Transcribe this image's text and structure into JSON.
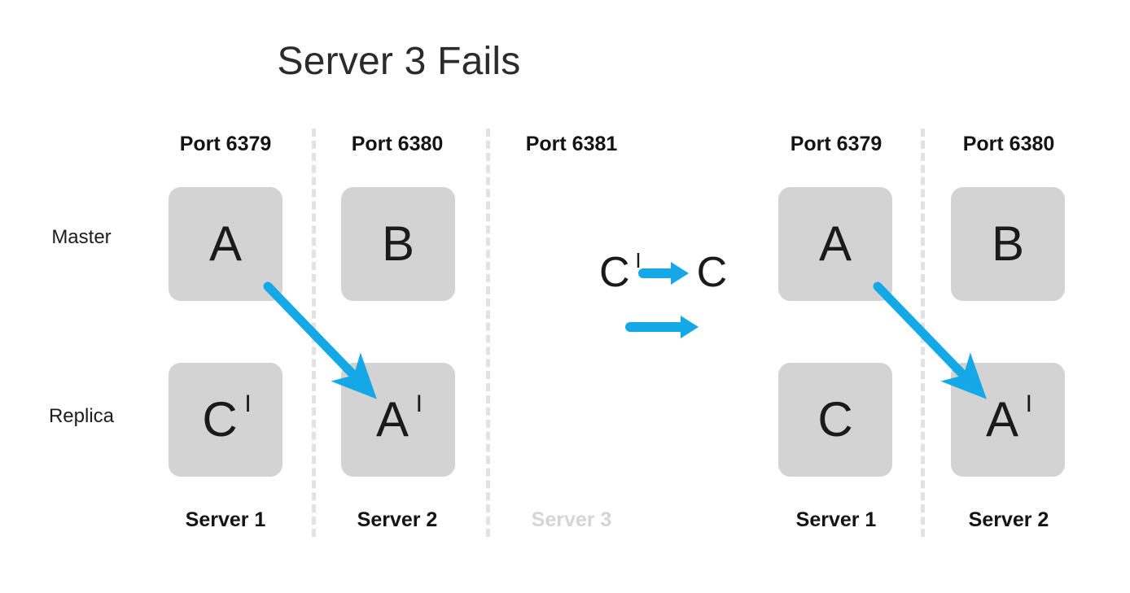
{
  "title": "Server 3 Fails",
  "colors": {
    "accent": "#14a9e6",
    "node_fill": "#d3d3d3",
    "text": "#1a1a1a",
    "faded": "#d5d5d5",
    "divider": "#e2e2e2",
    "background": "#ffffff"
  },
  "row_labels": {
    "master": "Master",
    "replica": "Replica"
  },
  "panels": [
    {
      "id": "before",
      "columns": [
        {
          "port": "Port 6379",
          "server": "Server 1",
          "failed": false,
          "master": {
            "label": "A",
            "prime": ""
          },
          "replica": {
            "label": "C",
            "prime": "I"
          }
        },
        {
          "port": "Port 6380",
          "server": "Server 2",
          "failed": false,
          "master": {
            "label": "B",
            "prime": ""
          },
          "replica": {
            "label": "A",
            "prime": "I"
          }
        },
        {
          "port": "Port 6381",
          "server": "Server 3",
          "failed": true,
          "master": null,
          "replica": null
        }
      ]
    },
    {
      "id": "after",
      "columns": [
        {
          "port": "Port 6379",
          "server": "Server 1",
          "failed": false,
          "master": {
            "label": "A",
            "prime": ""
          },
          "replica": {
            "label": "C",
            "prime": ""
          }
        },
        {
          "port": "Port 6380",
          "server": "Server 2",
          "failed": false,
          "master": {
            "label": "B",
            "prime": ""
          },
          "replica": {
            "label": "A",
            "prime": "I"
          }
        }
      ]
    }
  ],
  "middle_annotation": {
    "from_label": "C",
    "from_prime": "I",
    "arrow": "right-arrow",
    "to_label": "C"
  }
}
